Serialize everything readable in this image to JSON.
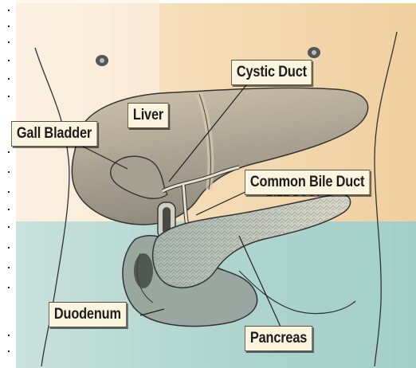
{
  "labels": {
    "cystic_duct": "Cystic Duct",
    "liver": "Liver",
    "gall_bladder": "Gall Bladder",
    "common_bile_duct": "Common Bile Duct",
    "duodenum": "Duodenum",
    "pancreas": "Pancreas"
  },
  "background_fragment": "BILE DUCT",
  "colors": {
    "upper_background": "#f1d4a6",
    "lower_background": "#a9d2cc",
    "label_fill": "#fbf4df",
    "outline": "#3b3b3b"
  }
}
